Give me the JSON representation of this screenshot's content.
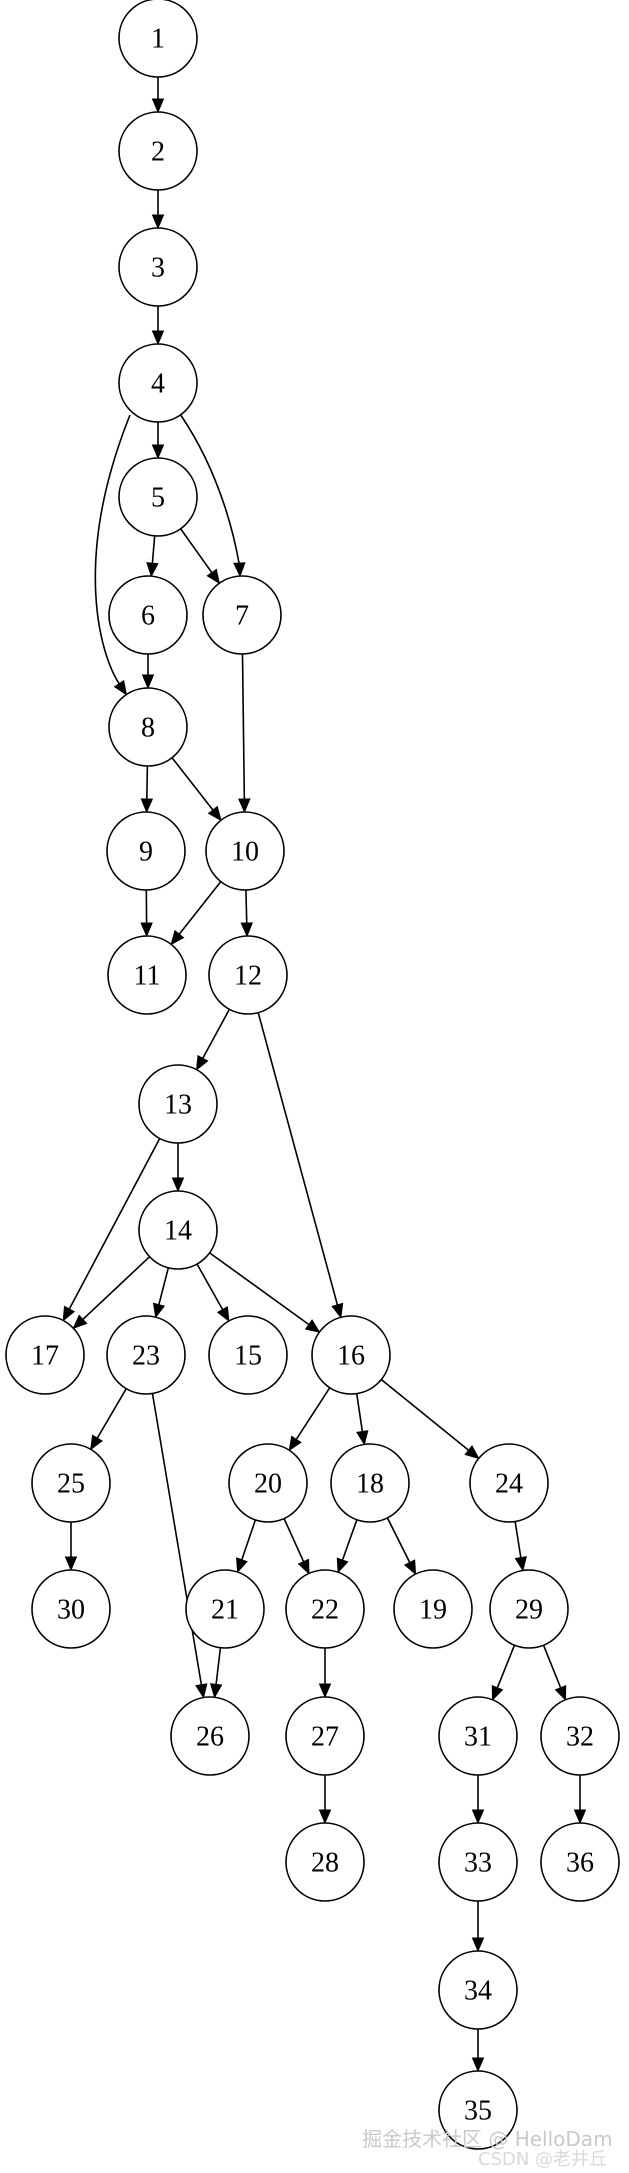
{
  "nodes": [
    {
      "id": "1",
      "label": "1"
    },
    {
      "id": "2",
      "label": "2"
    },
    {
      "id": "3",
      "label": "3"
    },
    {
      "id": "4",
      "label": "4"
    },
    {
      "id": "5",
      "label": "5"
    },
    {
      "id": "6",
      "label": "6"
    },
    {
      "id": "7",
      "label": "7"
    },
    {
      "id": "8",
      "label": "8"
    },
    {
      "id": "9",
      "label": "9"
    },
    {
      "id": "10",
      "label": "10"
    },
    {
      "id": "11",
      "label": "11"
    },
    {
      "id": "12",
      "label": "12"
    },
    {
      "id": "13",
      "label": "13"
    },
    {
      "id": "14",
      "label": "14"
    },
    {
      "id": "15",
      "label": "15"
    },
    {
      "id": "16",
      "label": "16"
    },
    {
      "id": "17",
      "label": "17"
    },
    {
      "id": "18",
      "label": "18"
    },
    {
      "id": "19",
      "label": "19"
    },
    {
      "id": "20",
      "label": "20"
    },
    {
      "id": "21",
      "label": "21"
    },
    {
      "id": "22",
      "label": "22"
    },
    {
      "id": "23",
      "label": "23"
    },
    {
      "id": "24",
      "label": "24"
    },
    {
      "id": "25",
      "label": "25"
    },
    {
      "id": "26",
      "label": "26"
    },
    {
      "id": "27",
      "label": "27"
    },
    {
      "id": "28",
      "label": "28"
    },
    {
      "id": "29",
      "label": "29"
    },
    {
      "id": "30",
      "label": "30"
    },
    {
      "id": "31",
      "label": "31"
    },
    {
      "id": "32",
      "label": "32"
    },
    {
      "id": "33",
      "label": "33"
    },
    {
      "id": "34",
      "label": "34"
    },
    {
      "id": "35",
      "label": "35"
    },
    {
      "id": "36",
      "label": "36"
    }
  ],
  "edges": [
    [
      "1",
      "2"
    ],
    [
      "2",
      "3"
    ],
    [
      "3",
      "4"
    ],
    [
      "4",
      "5"
    ],
    [
      "4",
      "7"
    ],
    [
      "4",
      "8"
    ],
    [
      "5",
      "6"
    ],
    [
      "5",
      "7"
    ],
    [
      "6",
      "8"
    ],
    [
      "7",
      "10"
    ],
    [
      "8",
      "9"
    ],
    [
      "8",
      "10"
    ],
    [
      "9",
      "11"
    ],
    [
      "10",
      "11"
    ],
    [
      "10",
      "12"
    ],
    [
      "12",
      "13"
    ],
    [
      "12",
      "16"
    ],
    [
      "13",
      "14"
    ],
    [
      "13",
      "17"
    ],
    [
      "14",
      "17"
    ],
    [
      "14",
      "23"
    ],
    [
      "14",
      "15"
    ],
    [
      "14",
      "16"
    ],
    [
      "23",
      "25"
    ],
    [
      "23",
      "26"
    ],
    [
      "25",
      "30"
    ],
    [
      "16",
      "20"
    ],
    [
      "16",
      "18"
    ],
    [
      "16",
      "24"
    ],
    [
      "20",
      "21"
    ],
    [
      "20",
      "22"
    ],
    [
      "18",
      "22"
    ],
    [
      "18",
      "19"
    ],
    [
      "21",
      "26"
    ],
    [
      "22",
      "27"
    ],
    [
      "27",
      "28"
    ],
    [
      "24",
      "29"
    ],
    [
      "29",
      "31"
    ],
    [
      "29",
      "32"
    ],
    [
      "31",
      "33"
    ],
    [
      "32",
      "36"
    ],
    [
      "33",
      "34"
    ],
    [
      "34",
      "35"
    ]
  ],
  "watermark": {
    "line1": "掘金技术社区 @ HelloDam",
    "line2": "CSDN @老井丘"
  }
}
